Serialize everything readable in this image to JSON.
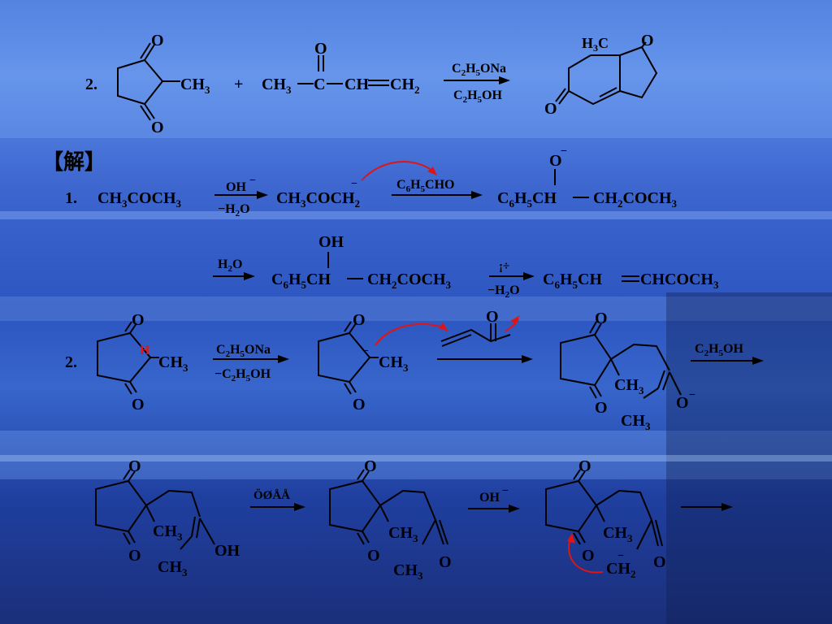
{
  "q2": {
    "label": "2.",
    "o": "O",
    "ch3": "CH",
    "sub3": "3",
    "plus": "+",
    "ketone_ch3": "CH",
    "c": "C",
    "chch2_a": "CH",
    "chch2_b": "CH",
    "sub2": "2",
    "cond_top": [
      "C",
      "2",
      "H",
      "5",
      "ONa"
    ],
    "cond_bottom": [
      "C",
      "2",
      "H",
      "5",
      "OH"
    ],
    "prod_h3c": [
      "H",
      "3",
      "C"
    ]
  },
  "solution_label": "【解】",
  "s1": {
    "label": "1.",
    "reactant": "CH3COCH3",
    "oh_minus": "OH",
    "minus_h2o": "−H2O",
    "enolate": "CH3COCH2",
    "reagent": "C6H5CHO",
    "alkoxide": "C6H5CH",
    "ch2coch3": "CH2COCH3",
    "o_minus": "O",
    "h2o": "H2O",
    "oh": "OH",
    "garbled": "¡÷",
    "minus_h2o_2": "−H2O",
    "final": "C6H5CH",
    "final_b": "CHCOCH",
    "final_b_sub": "3"
  },
  "s2": {
    "label": "2.",
    "cond_top": "C2H5ONa",
    "cond_bottom": "−C2H5OH",
    "ch3": "CH3",
    "o": "O",
    "ethanol": "C2H5OH",
    "garbled": "ÖØÅÅ",
    "oh_minus": "OH",
    "ch2": "CH2",
    "red_h": "H"
  }
}
